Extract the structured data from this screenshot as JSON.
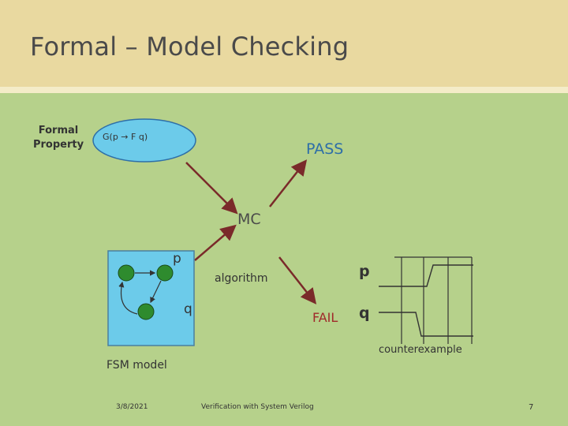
{
  "slide": {
    "title": "Formal – Model Checking",
    "formal_property_line1": "Formal",
    "formal_property_line2": "Property",
    "formula": "G(p → F q)",
    "pass": "PASS",
    "mc": "MC",
    "algorithm": "algorithm",
    "fail": "FAIL",
    "p_right": "p",
    "q_right": "q",
    "counterexample": "counterexample",
    "fsm_model": "FSM model",
    "fsm_p": "p",
    "fsm_q": "q",
    "date": "3/8/2021",
    "footer": "Verification with System Verilog",
    "page_number": "7"
  },
  "colors": {
    "title_band": "#e9d9a0",
    "background": "#b6d18b",
    "ellipse_fill": "#6ccbea",
    "fsm_box": "#6ccbea",
    "state_fill": "#2e8b2e",
    "arrow": "#7a2a2a",
    "pass_text": "#2d6ea8",
    "fail_text": "#a02a2a"
  }
}
